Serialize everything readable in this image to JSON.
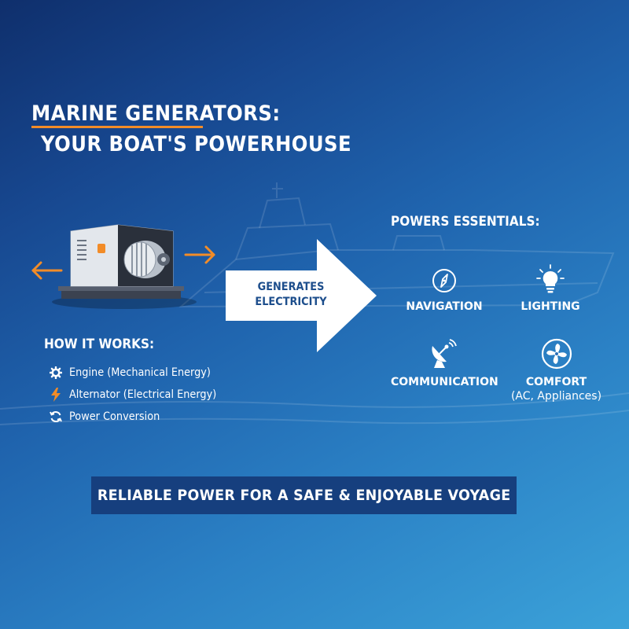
{
  "title": {
    "line1": "MARINE GENERATORS:",
    "line2": "YOUR BOAT'S POWERHOUSE"
  },
  "arrow": {
    "text_line1": "GENERATES",
    "text_line2": "ELECTRICITY"
  },
  "how_it_works": {
    "title": "HOW IT WORKS:",
    "items": [
      {
        "icon": "gear-icon",
        "label": "Engine (Mechanical Energy)"
      },
      {
        "icon": "lightning-icon",
        "label": "Alternator  (Electrical Energy)"
      },
      {
        "icon": "refresh-icon",
        "label": "Power Conversion"
      }
    ]
  },
  "essentials": {
    "title": "POWERS ESSENTIALS:",
    "items": [
      {
        "icon": "compass-icon",
        "label": "NAVIGATION",
        "sub": ""
      },
      {
        "icon": "lightbulb-icon",
        "label": "LIGHTING",
        "sub": ""
      },
      {
        "icon": "satellite-dish-icon",
        "label": "COMMUNICATION",
        "sub": ""
      },
      {
        "icon": "fan-icon",
        "label": "COMFORT",
        "sub": "(AC, Appliances)"
      }
    ]
  },
  "banner": {
    "text": "RELIABLE POWER FOR A SAFE & ENJOYABLE VOYAGE"
  },
  "colors": {
    "accent_orange": "#f28c28",
    "banner_navy": "#163f7e",
    "arrow_text_blue": "#1d4e8c"
  }
}
